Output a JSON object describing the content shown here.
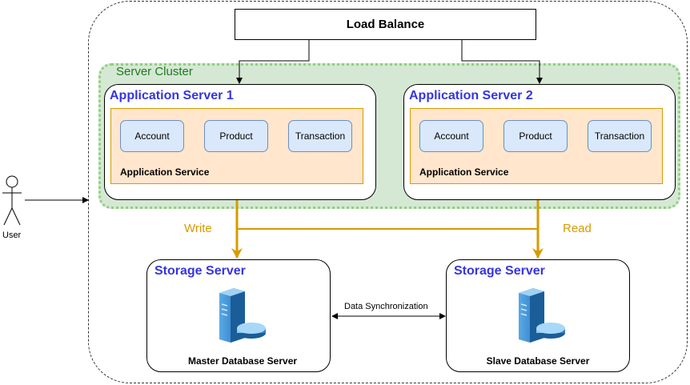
{
  "load_balancer": {
    "label": "Load Balance"
  },
  "cluster": {
    "label": "Server Cluster"
  },
  "app_servers": [
    {
      "title": "Application Server 1",
      "modules": [
        "Account",
        "Product",
        "Transaction"
      ],
      "service_label": "Application Service"
    },
    {
      "title": "Application Server 2",
      "modules": [
        "Account",
        "Product",
        "Transaction"
      ],
      "service_label": "Application Service"
    }
  ],
  "storage_servers": [
    {
      "title": "Storage Server",
      "db_label": "Master Database Server"
    },
    {
      "title": "Storage Server",
      "db_label": "Slave Database Server"
    }
  ],
  "edges": {
    "write": "Write",
    "read": "Read",
    "sync": "Data Synchronization"
  },
  "user": {
    "label": "User"
  },
  "colors": {
    "title_blue": "#3535e0",
    "cluster_fill": "#d5e8d4",
    "cluster_border": "#8fd07c",
    "service_fill": "#ffe6cc",
    "module_fill": "#dae8fc",
    "data_flow": "#d79b00"
  }
}
